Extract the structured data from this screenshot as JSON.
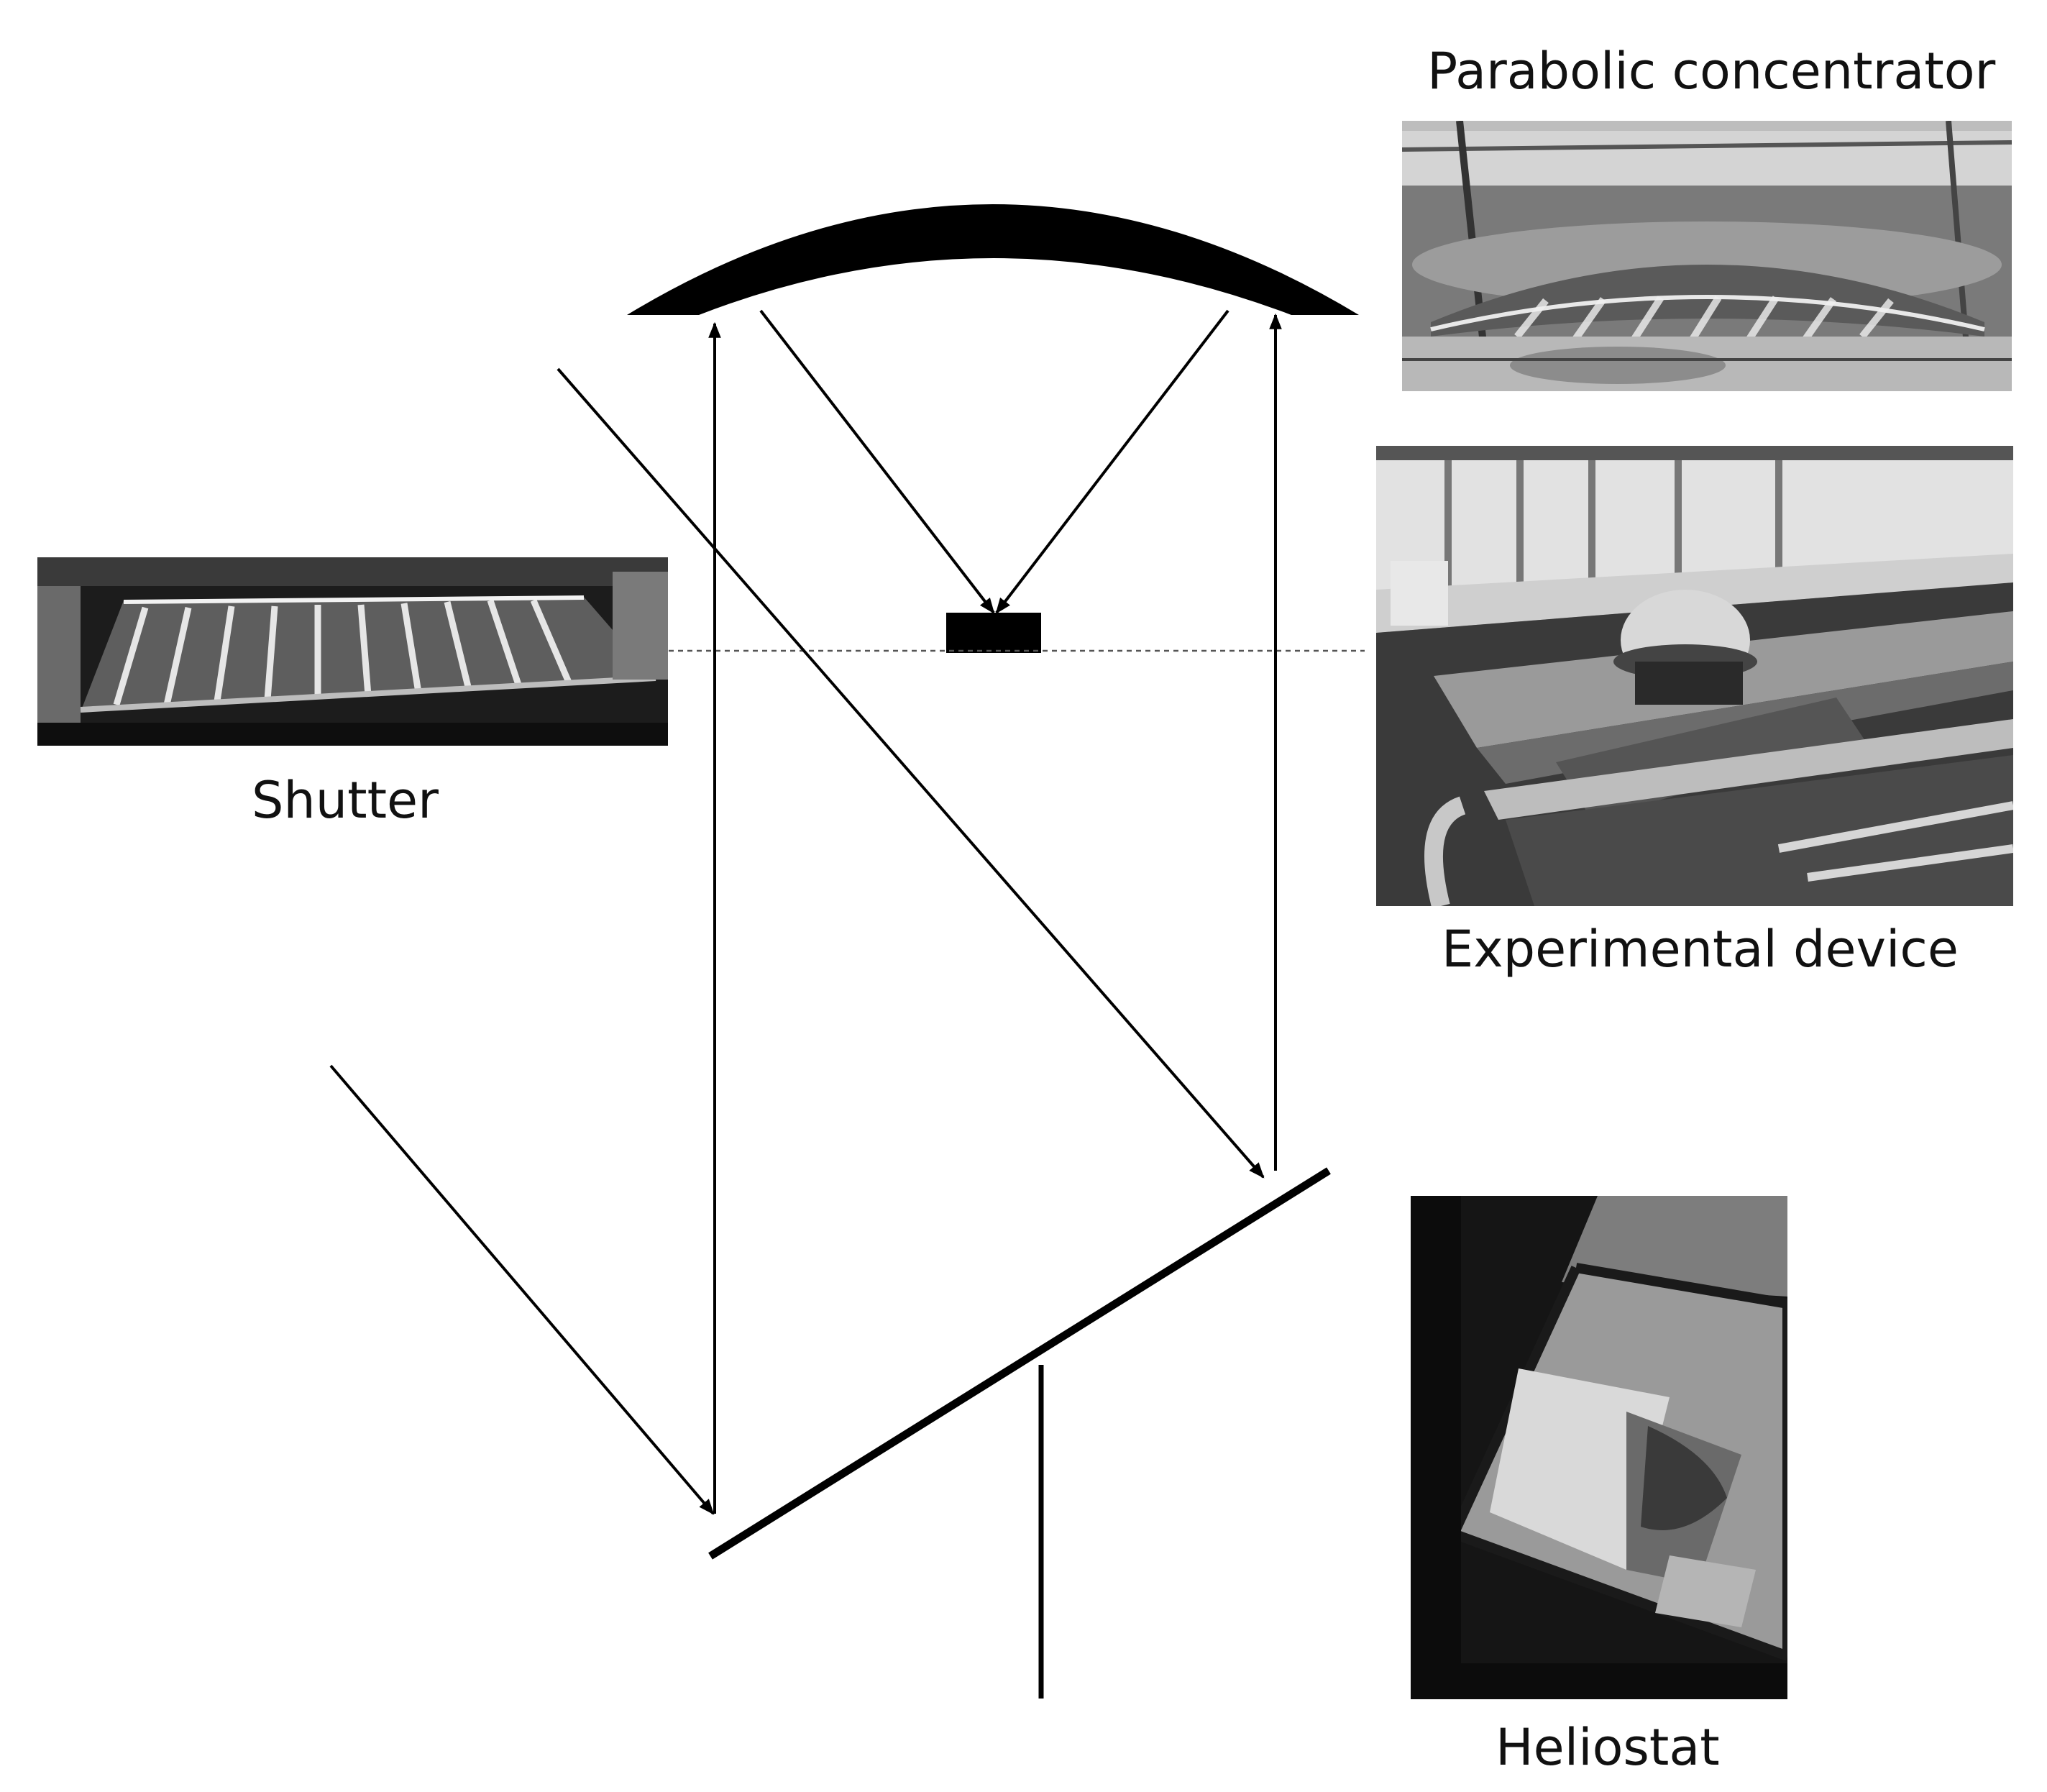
{
  "labels": {
    "parabolic_concentrator": "Parabolic concentrator",
    "experimental_device": "Experimental device",
    "shutter": "Shutter",
    "heliostat": "Heliostat"
  },
  "colors": {
    "ink": "#000000",
    "dashed_line": "#555555",
    "photo_dark": "#1c1c1c",
    "photo_mid": "#8a8a8a",
    "photo_light": "#e6e6e6"
  },
  "photos": {
    "parabolic_concentrator": "grayscale photo of parabolic concentrator",
    "experimental_device": "grayscale photo of experimental device",
    "shutter": "grayscale photo of shutter",
    "heliostat": "grayscale photo of heliostat"
  }
}
